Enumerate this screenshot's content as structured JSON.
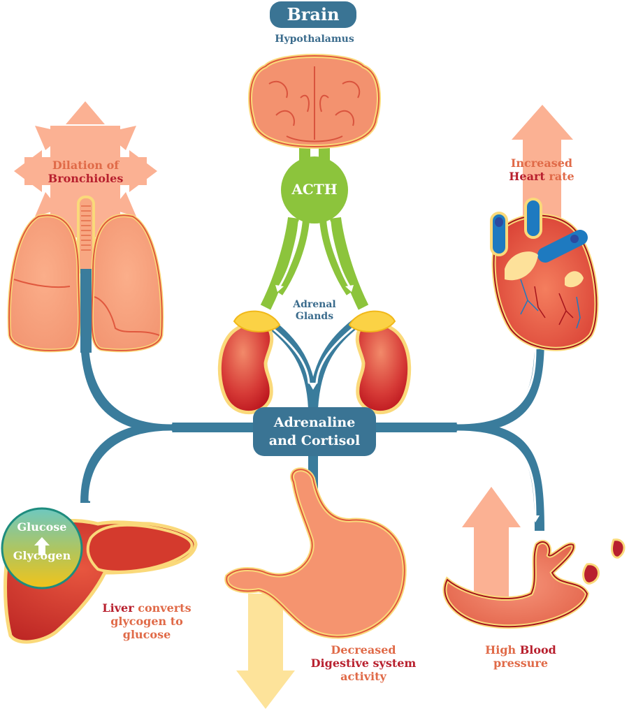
{
  "title": "Brain",
  "subtitle": "Hypothalamus",
  "hormone_acth": "ACTH",
  "adrenal_label": {
    "line1": "Adrenal",
    "line2": "Glands"
  },
  "central_hub": {
    "line1": "Adrenaline",
    "line2": "and Cortisol"
  },
  "effects": {
    "lungs": {
      "line1": "Dilation of",
      "line2": "Bronchioles"
    },
    "heart": {
      "line1_a": "Increased",
      "line2_a": "Heart",
      "line2_b": " rate"
    },
    "liver": {
      "line1_a": "Liver",
      "line1_b": " converts",
      "line2": "glycogen to",
      "line3": "glucose"
    },
    "digestive": {
      "line1": "Decreased",
      "line2": "Digestive system",
      "line3": "activity"
    },
    "blood_pressure": {
      "line1_a": "High",
      "line1_b": " Blood",
      "line2": "pressure"
    }
  },
  "glucose_badge": {
    "top": "Glucose",
    "bottom": "Glycogen"
  },
  "colors": {
    "pathway_blue": "#3a7c9c",
    "acth_green": "#8cc43c",
    "label_blue": "#3a6b8c",
    "label_orange": "#e06a48",
    "label_red": "#b8202e",
    "arrow_salmon": "#fbb193",
    "arrow_yellow": "#fde39a"
  }
}
